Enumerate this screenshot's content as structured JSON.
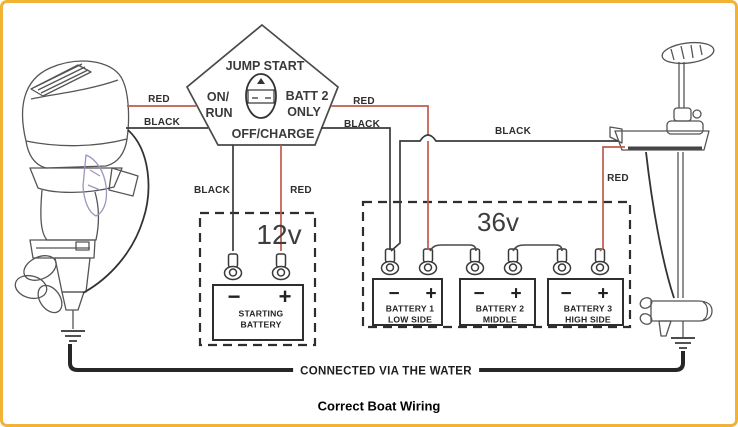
{
  "diagram": {
    "colors": {
      "frame_border": "#F2B233",
      "red_wire": "#C05A4C",
      "black_wire": "#3B3B3B"
    },
    "switch": {
      "title": "JUMP START",
      "left": [
        "ON/",
        "RUN"
      ],
      "right": [
        "BATT 2",
        "ONLY"
      ],
      "bottom": "OFF/CHARGE"
    },
    "wire_labels": {
      "outboard_red": "RED",
      "outboard_black": "BLACK",
      "switch_red": "RED",
      "switch_black": "BLACK",
      "trolling_black": "BLACK",
      "trolling_red": "RED",
      "starter_black": "BLACK",
      "starter_red": "RED"
    },
    "bank_12v": {
      "voltage": "12v",
      "battery": {
        "minus": "−",
        "plus": "+",
        "name": [
          "STARTING",
          "BATTERY"
        ]
      }
    },
    "bank_36v": {
      "voltage": "36v",
      "batteries": [
        {
          "minus": "−",
          "plus": "+",
          "name": [
            "BATTERY 1",
            "LOW SIDE"
          ]
        },
        {
          "minus": "−",
          "plus": "+",
          "name": [
            "BATTERY 2",
            "MIDDLE"
          ]
        },
        {
          "minus": "−",
          "plus": "+",
          "name": [
            "BATTERY 3",
            "HIGH SIDE"
          ]
        }
      ]
    },
    "footer": {
      "water_label": "CONNECTED VIA THE WATER",
      "caption": "Correct Boat Wiring"
    }
  }
}
